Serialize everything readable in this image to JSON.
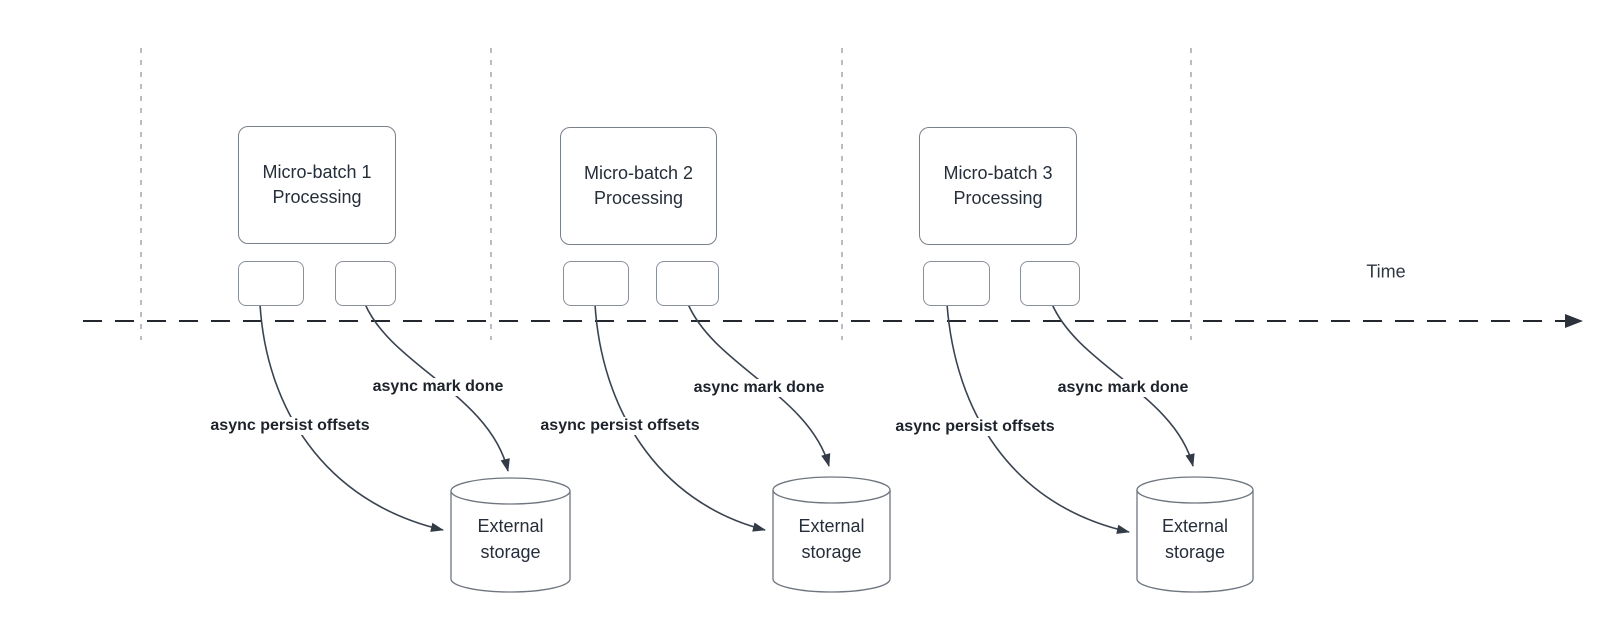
{
  "diagram": {
    "time_axis_label": "Time",
    "groups": [
      {
        "id": "micro-batch-1",
        "title_line1": "Micro-batch 1",
        "title_line2": "Processing",
        "persist_arrow_label": "async persist offsets",
        "done_arrow_label": "async mark done",
        "storage_line1": "External",
        "storage_line2": "storage"
      },
      {
        "id": "micro-batch-2",
        "title_line1": "Micro-batch 2",
        "title_line2": "Processing",
        "persist_arrow_label": "async persist offsets",
        "done_arrow_label": "async mark done",
        "storage_line1": "External",
        "storage_line2": "storage"
      },
      {
        "id": "micro-batch-3",
        "title_line1": "Micro-batch 3",
        "title_line2": "Processing",
        "persist_arrow_label": "async persist offsets",
        "done_arrow_label": "async mark done",
        "storage_line1": "External",
        "storage_line2": "storage"
      }
    ],
    "colors": {
      "background": "#ffffff",
      "shape_border": "#798089",
      "connector": "#3a4350",
      "time_axis": "#23282f",
      "lane_divider": "#a9abb0",
      "shape_text": "#262e3a",
      "arrow_label_text": "#1d222b"
    }
  }
}
